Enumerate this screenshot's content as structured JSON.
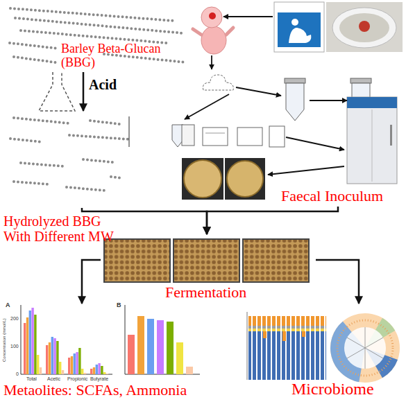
{
  "diagram": {
    "nodes": [
      {
        "text": [
          "Barley Beta-Glucan (BBG)"
        ]
      },
      {
        "text": [
          "Hydrolyzed BBG With Different MW"
        ]
      },
      {
        "text": [
          "Faecal Inoculum"
        ]
      },
      {
        "text": [
          "Fermentation"
        ]
      },
      {
        "text": [
          "Metaolites: SCFAs, Ammonia"
        ]
      },
      {
        "text": [
          "Microbiome"
        ]
      }
    ],
    "edges": [
      {
        "from": 0,
        "to": 1,
        "label": "Acid",
        "arrow": "to"
      },
      {
        "from": 1,
        "to": 3,
        "arrow": "to"
      },
      {
        "from": 2,
        "to": 3,
        "arrow": "to"
      },
      {
        "from": 3,
        "to": 4,
        "arrow": "to"
      },
      {
        "from": 3,
        "to": 5,
        "arrow": "to"
      }
    ],
    "labels": [
      "A",
      "0",
      "100",
      "200",
      "Concentration (mmol/L)",
      "Total",
      "Acetic",
      "Propionic",
      "Butyrate",
      "B"
    ]
  }
}
